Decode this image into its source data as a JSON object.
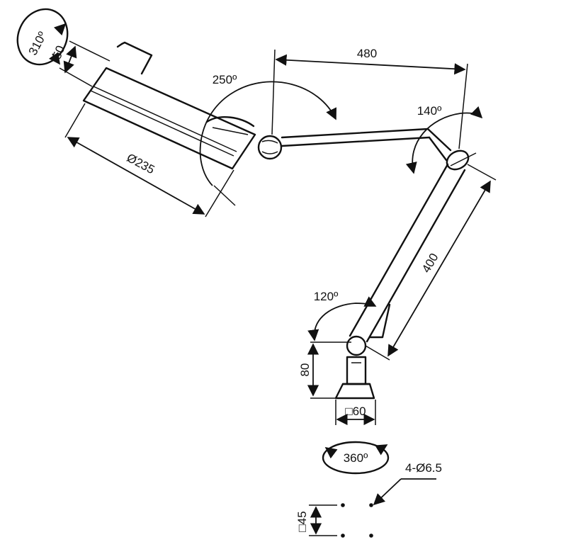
{
  "labels": {
    "rotation_head": "310º",
    "dim_head_depth": "50",
    "angle_head": "250º",
    "dim_arm_upper": "480",
    "angle_elbow": "140º",
    "dim_head_diameter": "Ø235",
    "dim_arm_lower": "400",
    "angle_base": "120º",
    "dim_base_height": "80",
    "dim_base_square": "□60",
    "rotation_base": "360º",
    "mount_holes": "4-Ø6.5",
    "dim_mount_square": "□45"
  }
}
